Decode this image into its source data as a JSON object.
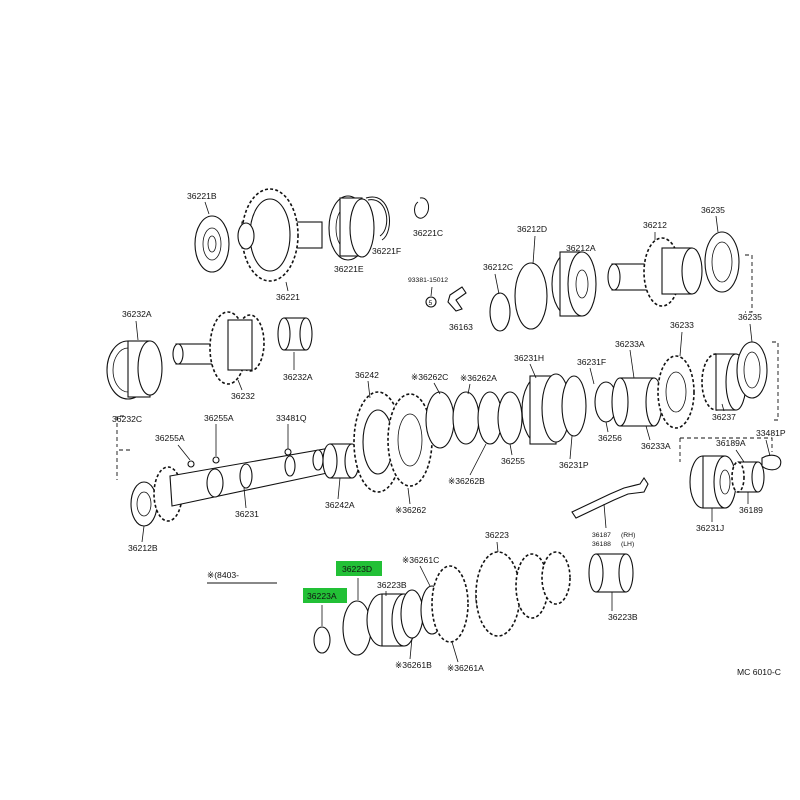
{
  "diagram": {
    "diagram_code": "MC 6010-C",
    "note": "※(8403-",
    "parts": {
      "p36221B": "36221B",
      "p36221": "36221",
      "p36221F": "36221F",
      "p36221E": "36221E",
      "p36221C": "36221C",
      "p36212D": "36212D",
      "p36212A": "36212A",
      "p36212C": "36212C",
      "p93381": "93381-15012",
      "p36163": "36163",
      "p36212": "36212",
      "p36235a": "36235",
      "p36232A": "36232A",
      "p36232": "36232",
      "p36232C": "36232C",
      "p36232A2": "36232A",
      "p36242": "36242",
      "p36262C": "※36262C",
      "p36262A": "※36262A",
      "p36231H": "36231H",
      "p36231F": "36231F",
      "p36233A": "36233A",
      "p36233": "36233",
      "p36235b": "36235",
      "p36255A": "36255A",
      "p36255Aa": "36255A",
      "p33481Q": "33481Q",
      "p36231": "36231",
      "p36212B": "36212B",
      "p36242A": "36242A",
      "p36262": "※36262",
      "p36262B": "※36262B",
      "p36255": "36255",
      "p36231P": "36231P",
      "p36256": "36256",
      "p36233A2": "36233A",
      "p36237": "36237",
      "p33481P": "33481P",
      "p36189A": "36189A",
      "p36189": "36189",
      "p36231J": "36231J",
      "p36187": "36187",
      "p36187s": "(RH)",
      "p36188": "36188",
      "p36188s": "(LH)",
      "p36261C": "※36261C",
      "p36223": "36223",
      "p36223D": "36223D",
      "p36223B": "36223B",
      "p36223A": "36223A",
      "p36261B": "※36261B",
      "p36261A": "※36261A",
      "p36223B2": "36223B",
      "symbol5": "5"
    },
    "highlight_color": "#22c036"
  }
}
